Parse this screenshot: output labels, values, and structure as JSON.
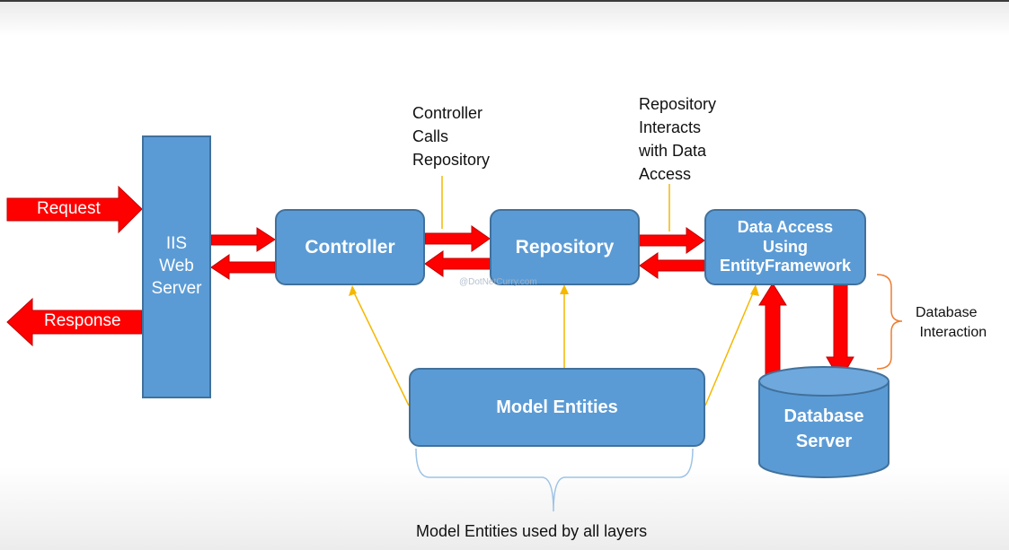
{
  "colors": {
    "box_fill": "#5b9bd5",
    "box_border": "#41719c",
    "arrow_red": "#ff0000",
    "connector_orange": "#f5b700",
    "brace_orange": "#ed7d31",
    "brace_blue": "#9dc3e6"
  },
  "left": {
    "request_label": "Request",
    "response_label": "Response",
    "server_label": "IIS\nWeb\nServer"
  },
  "nodes": {
    "controller": "Controller",
    "repository": "Repository",
    "data_access": "Data Access\nUsing\nEntityFramework",
    "model_entities": "Model Entities",
    "database": "Database\nServer"
  },
  "notes": {
    "controller_calls": "Controller\nCalls\nRepository",
    "repository_interacts": "Repository\nInteracts\nwith Data\nAccess",
    "database_interaction": "Database\n Interaction",
    "model_caption": "Model Entities used by all layers"
  },
  "watermark": "@DotNetCurry.com"
}
